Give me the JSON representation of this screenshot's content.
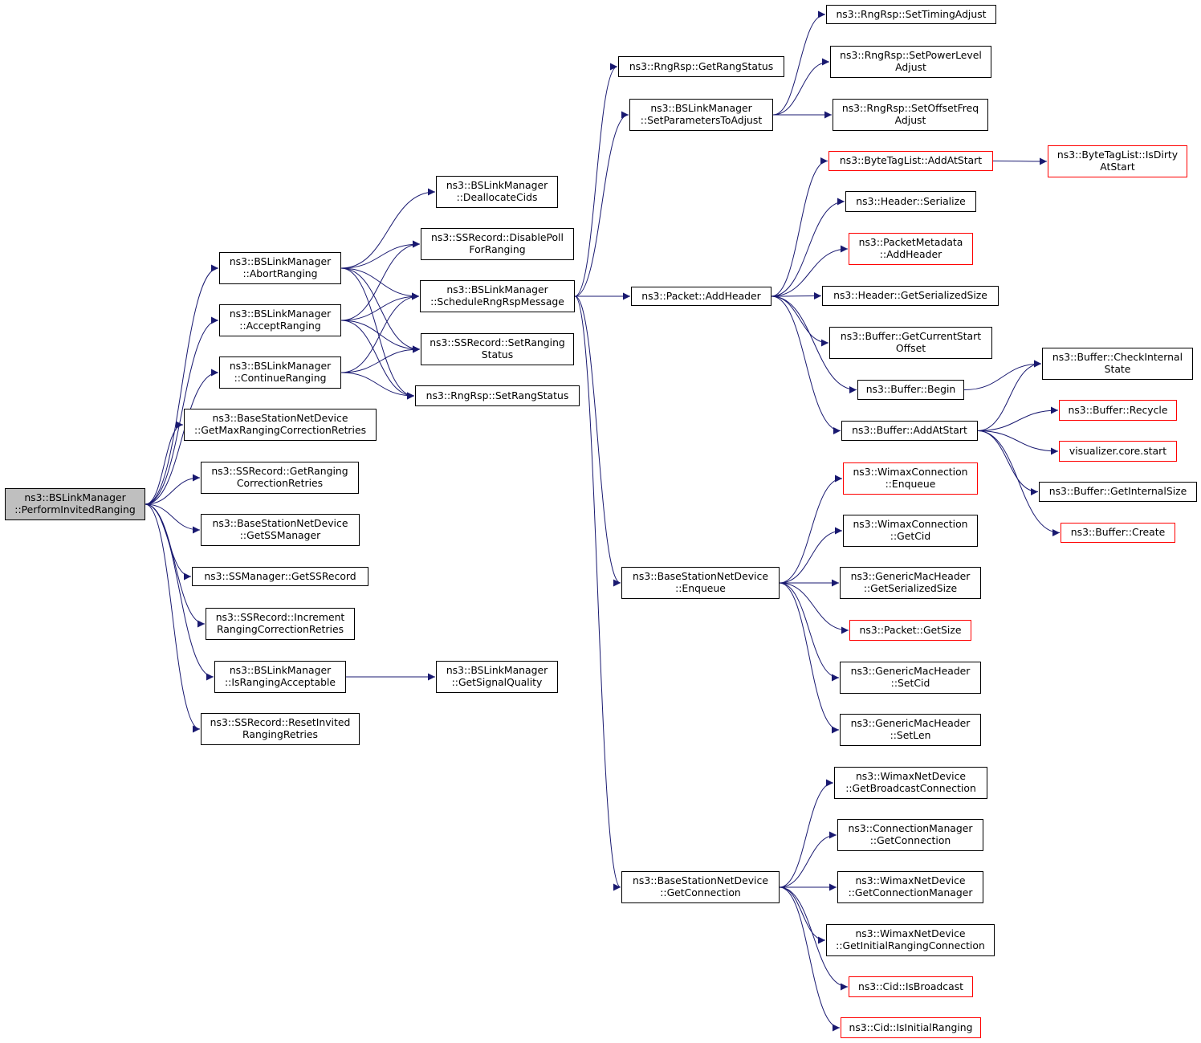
{
  "colors": {
    "edge": "#191970",
    "border": "#000000",
    "border_truncated": "#ff0000",
    "root_fill": "#bfbfbf",
    "background": "#ffffff"
  },
  "nodes": {
    "perform_invited_ranging": {
      "lines": [
        "ns3::BSLinkManager",
        "::PerformInvitedRanging"
      ],
      "style": "root"
    },
    "abort_ranging": {
      "lines": [
        "ns3::BSLinkManager",
        "::AbortRanging"
      ],
      "style": "normal"
    },
    "accept_ranging": {
      "lines": [
        "ns3::BSLinkManager",
        "::AcceptRanging"
      ],
      "style": "normal"
    },
    "continue_ranging": {
      "lines": [
        "ns3::BSLinkManager",
        "::ContinueRanging"
      ],
      "style": "normal"
    },
    "get_max_ranging_correction_retries": {
      "lines": [
        "ns3::BaseStationNetDevice",
        "::GetMaxRangingCorrectionRetries"
      ],
      "style": "normal"
    },
    "get_ranging_correction_retries": {
      "lines": [
        "ns3::SSRecord::GetRanging",
        "CorrectionRetries"
      ],
      "style": "normal"
    },
    "get_ss_manager": {
      "lines": [
        "ns3::BaseStationNetDevice",
        "::GetSSManager"
      ],
      "style": "normal"
    },
    "get_ss_record": {
      "lines": [
        "ns3::SSManager::GetSSRecord"
      ],
      "style": "normal"
    },
    "increment_ranging_correction_retries": {
      "lines": [
        "ns3::SSRecord::Increment",
        "RangingCorrectionRetries"
      ],
      "style": "normal"
    },
    "is_ranging_acceptable": {
      "lines": [
        "ns3::BSLinkManager",
        "::IsRangingAcceptable"
      ],
      "style": "normal"
    },
    "reset_invited_ranging_retries": {
      "lines": [
        "ns3::SSRecord::ResetInvited",
        "RangingRetries"
      ],
      "style": "normal"
    },
    "deallocate_cids": {
      "lines": [
        "ns3::BSLinkManager",
        "::DeallocateCids"
      ],
      "style": "normal"
    },
    "disable_poll_for_ranging": {
      "lines": [
        "ns3::SSRecord::DisablePoll",
        "ForRanging"
      ],
      "style": "normal"
    },
    "schedule_rng_rsp_message": {
      "lines": [
        "ns3::BSLinkManager",
        "::ScheduleRngRspMessage"
      ],
      "style": "normal"
    },
    "set_ranging_status": {
      "lines": [
        "ns3::SSRecord::SetRanging",
        "Status"
      ],
      "style": "normal"
    },
    "set_rang_status": {
      "lines": [
        "ns3::RngRsp::SetRangStatus"
      ],
      "style": "normal"
    },
    "get_signal_quality": {
      "lines": [
        "ns3::BSLinkManager",
        "::GetSignalQuality"
      ],
      "style": "normal"
    },
    "get_rang_status": {
      "lines": [
        "ns3::RngRsp::GetRangStatus"
      ],
      "style": "normal"
    },
    "set_parameters_to_adjust": {
      "lines": [
        "ns3::BSLinkManager",
        "::SetParametersToAdjust"
      ],
      "style": "normal"
    },
    "packet_add_header": {
      "lines": [
        "ns3::Packet::AddHeader"
      ],
      "style": "normal"
    },
    "bsnd_enqueue": {
      "lines": [
        "ns3::BaseStationNetDevice",
        "::Enqueue"
      ],
      "style": "normal"
    },
    "bsnd_get_connection": {
      "lines": [
        "ns3::BaseStationNetDevice",
        "::GetConnection"
      ],
      "style": "normal"
    },
    "set_timing_adjust": {
      "lines": [
        "ns3::RngRsp::SetTimingAdjust"
      ],
      "style": "normal"
    },
    "set_power_level_adjust": {
      "lines": [
        "ns3::RngRsp::SetPowerLevel",
        "Adjust"
      ],
      "style": "normal"
    },
    "set_offset_freq_adjust": {
      "lines": [
        "ns3::RngRsp::SetOffsetFreq",
        "Adjust"
      ],
      "style": "normal"
    },
    "byte_tag_list_add_at_start": {
      "lines": [
        "ns3::ByteTagList::AddAtStart"
      ],
      "style": "truncated"
    },
    "header_serialize": {
      "lines": [
        "ns3::Header::Serialize"
      ],
      "style": "normal"
    },
    "packet_metadata_add_header": {
      "lines": [
        "ns3::PacketMetadata",
        "::AddHeader"
      ],
      "style": "truncated"
    },
    "header_get_serialized_size": {
      "lines": [
        "ns3::Header::GetSerializedSize"
      ],
      "style": "normal"
    },
    "buffer_get_current_start_offset": {
      "lines": [
        "ns3::Buffer::GetCurrentStart",
        "Offset"
      ],
      "style": "normal"
    },
    "buffer_begin": {
      "lines": [
        "ns3::Buffer::Begin"
      ],
      "style": "normal"
    },
    "buffer_add_at_start": {
      "lines": [
        "ns3::Buffer::AddAtStart"
      ],
      "style": "normal"
    },
    "byte_tag_list_is_dirty_at_start": {
      "lines": [
        "ns3::ByteTagList::IsDirty",
        "AtStart"
      ],
      "style": "truncated"
    },
    "buffer_check_internal_state": {
      "lines": [
        "ns3::Buffer::CheckInternal",
        "State"
      ],
      "style": "normal"
    },
    "buffer_recycle": {
      "lines": [
        "ns3::Buffer::Recycle"
      ],
      "style": "truncated"
    },
    "visualizer_core_start": {
      "lines": [
        "visualizer.core.start"
      ],
      "style": "truncated"
    },
    "buffer_get_internal_size": {
      "lines": [
        "ns3::Buffer::GetInternalSize"
      ],
      "style": "normal"
    },
    "buffer_create": {
      "lines": [
        "ns3::Buffer::Create"
      ],
      "style": "truncated"
    },
    "wimax_connection_enqueue": {
      "lines": [
        "ns3::WimaxConnection",
        "::Enqueue"
      ],
      "style": "truncated"
    },
    "wimax_connection_get_cid": {
      "lines": [
        "ns3::WimaxConnection",
        "::GetCid"
      ],
      "style": "normal"
    },
    "generic_mac_header_get_serialized_size": {
      "lines": [
        "ns3::GenericMacHeader",
        "::GetSerializedSize"
      ],
      "style": "normal"
    },
    "packet_get_size": {
      "lines": [
        "ns3::Packet::GetSize"
      ],
      "style": "truncated"
    },
    "generic_mac_header_set_cid": {
      "lines": [
        "ns3::GenericMacHeader",
        "::SetCid"
      ],
      "style": "normal"
    },
    "generic_mac_header_set_len": {
      "lines": [
        "ns3::GenericMacHeader",
        "::SetLen"
      ],
      "style": "normal"
    },
    "get_broadcast_connection": {
      "lines": [
        "ns3::WimaxNetDevice",
        "::GetBroadcastConnection"
      ],
      "style": "normal"
    },
    "connection_manager_get_connection": {
      "lines": [
        "ns3::ConnectionManager",
        "::GetConnection"
      ],
      "style": "normal"
    },
    "get_connection_manager": {
      "lines": [
        "ns3::WimaxNetDevice",
        "::GetConnectionManager"
      ],
      "style": "normal"
    },
    "get_initial_ranging_connection": {
      "lines": [
        "ns3::WimaxNetDevice",
        "::GetInitialRangingConnection"
      ],
      "style": "normal"
    },
    "cid_is_broadcast": {
      "lines": [
        "ns3::Cid::IsBroadcast"
      ],
      "style": "truncated"
    },
    "cid_is_initial_ranging": {
      "lines": [
        "ns3::Cid::IsInitialRanging"
      ],
      "style": "truncated"
    }
  },
  "edges": [
    [
      "perform_invited_ranging",
      "abort_ranging"
    ],
    [
      "perform_invited_ranging",
      "accept_ranging"
    ],
    [
      "perform_invited_ranging",
      "continue_ranging"
    ],
    [
      "perform_invited_ranging",
      "get_max_ranging_correction_retries"
    ],
    [
      "perform_invited_ranging",
      "get_ranging_correction_retries"
    ],
    [
      "perform_invited_ranging",
      "get_ss_manager"
    ],
    [
      "perform_invited_ranging",
      "get_ss_record"
    ],
    [
      "perform_invited_ranging",
      "increment_ranging_correction_retries"
    ],
    [
      "perform_invited_ranging",
      "is_ranging_acceptable"
    ],
    [
      "perform_invited_ranging",
      "reset_invited_ranging_retries"
    ],
    [
      "abort_ranging",
      "deallocate_cids"
    ],
    [
      "abort_ranging",
      "disable_poll_for_ranging"
    ],
    [
      "abort_ranging",
      "schedule_rng_rsp_message"
    ],
    [
      "abort_ranging",
      "set_ranging_status"
    ],
    [
      "abort_ranging",
      "set_rang_status"
    ],
    [
      "accept_ranging",
      "disable_poll_for_ranging"
    ],
    [
      "accept_ranging",
      "schedule_rng_rsp_message"
    ],
    [
      "accept_ranging",
      "set_ranging_status"
    ],
    [
      "accept_ranging",
      "set_rang_status"
    ],
    [
      "continue_ranging",
      "schedule_rng_rsp_message"
    ],
    [
      "continue_ranging",
      "set_ranging_status"
    ],
    [
      "continue_ranging",
      "set_rang_status"
    ],
    [
      "is_ranging_acceptable",
      "get_signal_quality"
    ],
    [
      "schedule_rng_rsp_message",
      "get_rang_status"
    ],
    [
      "schedule_rng_rsp_message",
      "set_parameters_to_adjust"
    ],
    [
      "schedule_rng_rsp_message",
      "packet_add_header"
    ],
    [
      "schedule_rng_rsp_message",
      "bsnd_enqueue"
    ],
    [
      "schedule_rng_rsp_message",
      "bsnd_get_connection"
    ],
    [
      "set_parameters_to_adjust",
      "set_timing_adjust"
    ],
    [
      "set_parameters_to_adjust",
      "set_power_level_adjust"
    ],
    [
      "set_parameters_to_adjust",
      "set_offset_freq_adjust"
    ],
    [
      "packet_add_header",
      "byte_tag_list_add_at_start"
    ],
    [
      "packet_add_header",
      "header_serialize"
    ],
    [
      "packet_add_header",
      "packet_metadata_add_header"
    ],
    [
      "packet_add_header",
      "header_get_serialized_size"
    ],
    [
      "packet_add_header",
      "buffer_get_current_start_offset"
    ],
    [
      "packet_add_header",
      "buffer_begin"
    ],
    [
      "packet_add_header",
      "buffer_add_at_start"
    ],
    [
      "byte_tag_list_add_at_start",
      "byte_tag_list_is_dirty_at_start"
    ],
    [
      "buffer_begin",
      "buffer_check_internal_state"
    ],
    [
      "buffer_add_at_start",
      "buffer_check_internal_state"
    ],
    [
      "buffer_add_at_start",
      "buffer_recycle"
    ],
    [
      "buffer_add_at_start",
      "visualizer_core_start"
    ],
    [
      "buffer_add_at_start",
      "buffer_get_internal_size"
    ],
    [
      "buffer_add_at_start",
      "buffer_create"
    ],
    [
      "bsnd_enqueue",
      "wimax_connection_enqueue"
    ],
    [
      "bsnd_enqueue",
      "wimax_connection_get_cid"
    ],
    [
      "bsnd_enqueue",
      "generic_mac_header_get_serialized_size"
    ],
    [
      "bsnd_enqueue",
      "packet_get_size"
    ],
    [
      "bsnd_enqueue",
      "generic_mac_header_set_cid"
    ],
    [
      "bsnd_enqueue",
      "generic_mac_header_set_len"
    ],
    [
      "bsnd_get_connection",
      "get_broadcast_connection"
    ],
    [
      "bsnd_get_connection",
      "connection_manager_get_connection"
    ],
    [
      "bsnd_get_connection",
      "get_connection_manager"
    ],
    [
      "bsnd_get_connection",
      "get_initial_ranging_connection"
    ],
    [
      "bsnd_get_connection",
      "cid_is_broadcast"
    ],
    [
      "bsnd_get_connection",
      "cid_is_initial_ranging"
    ]
  ]
}
